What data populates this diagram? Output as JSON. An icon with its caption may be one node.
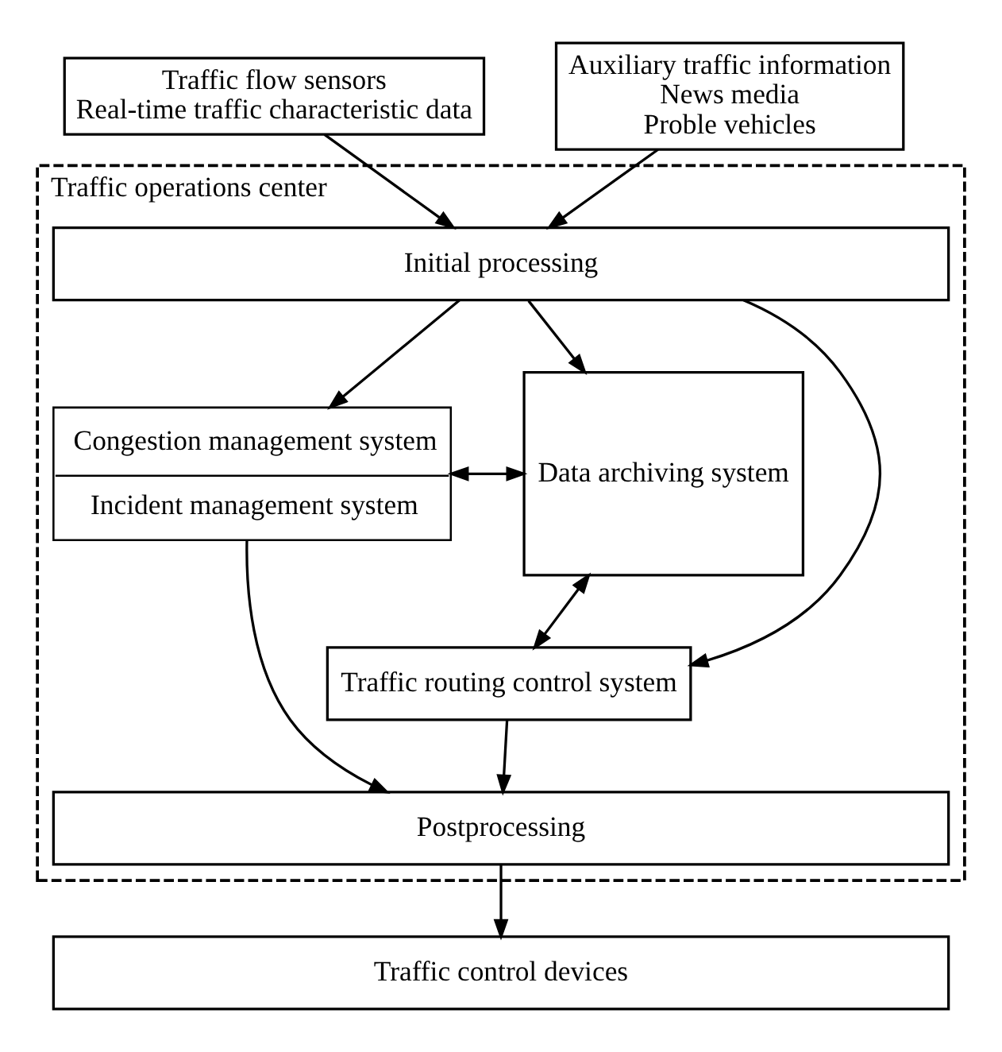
{
  "diagram": {
    "nodes": [
      {
        "text": [
          "Traffic flow sensors",
          "Real-time traffic characteristic data"
        ]
      },
      {
        "text": [
          "Auxiliary traffic information",
          "News media",
          "Proble vehicles"
        ]
      },
      {
        "text": [
          "Traffic operations center"
        ]
      },
      {
        "text": [
          "Initial processing"
        ],
        "in": 2
      },
      {
        "text": [
          "Congestion management system",
          "Incident management system"
        ],
        "in": 2
      },
      {
        "text": [
          "Data archiving system"
        ],
        "in": 2
      },
      {
        "text": [
          "Traffic routing control system"
        ],
        "in": 2
      },
      {
        "text": [
          "Postprocessing"
        ],
        "in": 2
      },
      {
        "text": [
          "Traffic control devices"
        ]
      }
    ],
    "edges": [
      {
        "from": 0,
        "to": 3,
        "arrow": "to"
      },
      {
        "from": 1,
        "to": 3,
        "arrow": "to"
      },
      {
        "from": 3,
        "to": 4,
        "arrow": "to"
      },
      {
        "from": 3,
        "to": 5,
        "arrow": "to"
      },
      {
        "from": 3,
        "to": 6,
        "arrow": "to"
      },
      {
        "from": 4,
        "to": 5,
        "arrow": "both"
      },
      {
        "from": 6,
        "to": 5,
        "arrow": "both"
      },
      {
        "from": 6,
        "to": 7,
        "arrow": "to"
      },
      {
        "from": 4,
        "to": 7,
        "arrow": "to"
      },
      {
        "from": 7,
        "to": 8,
        "arrow": "to"
      }
    ]
  }
}
